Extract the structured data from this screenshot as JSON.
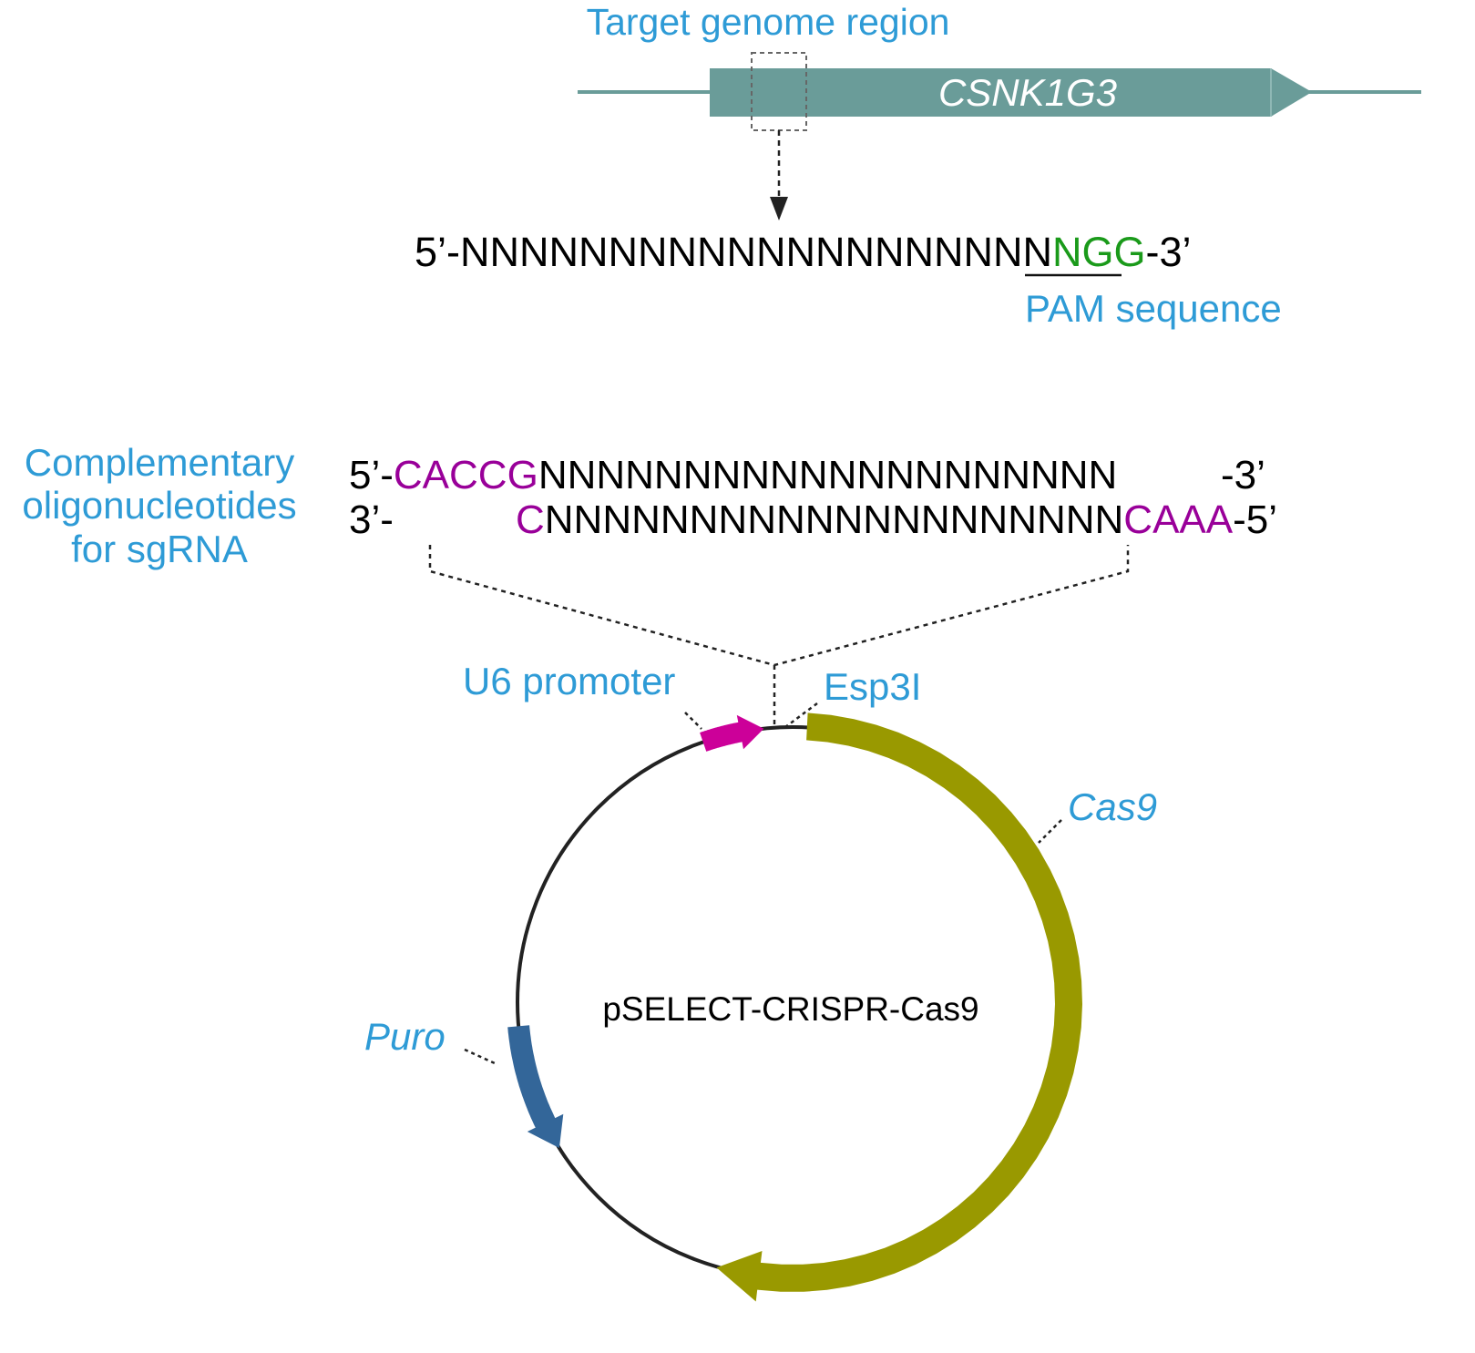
{
  "colors": {
    "label_blue": "#2e9bd6",
    "gene": "#6a9c99",
    "pam_green": "#1a9a1a",
    "overhang_purple": "#990099",
    "cas9": "#999900",
    "u6": "#cc0099",
    "puro": "#336699",
    "backbone": "#222222"
  },
  "target": {
    "title": "Target genome region",
    "gene_name": "CSNK1G3",
    "sequence_prefix": "5’-",
    "sequence_n": "NNNNNNNNNNNNNNNNNNNN",
    "sequence_pam": "NGG",
    "sequence_suffix": "-3’",
    "pam_label": "PAM sequence"
  },
  "oligos": {
    "label_lines": [
      "Complementary",
      "oligonucleotides",
      "for sgRNA"
    ],
    "top": {
      "prefix": "5’-",
      "overhang": "CACCG",
      "n": "NNNNNNNNNNNNNNNNNNNN",
      "suffix": "-3’"
    },
    "bottom": {
      "prefix": "3’-",
      "overhang_left": "C",
      "n": "NNNNNNNNNNNNNNNNNNNN",
      "overhang_right": "CAAA",
      "suffix": "-5’"
    }
  },
  "plasmid": {
    "name": "pSELECT-CRISPR-Cas9",
    "features": {
      "u6": "U6 promoter",
      "site": "Esp3I",
      "cas9": "Cas9",
      "puro": "Puro"
    }
  }
}
